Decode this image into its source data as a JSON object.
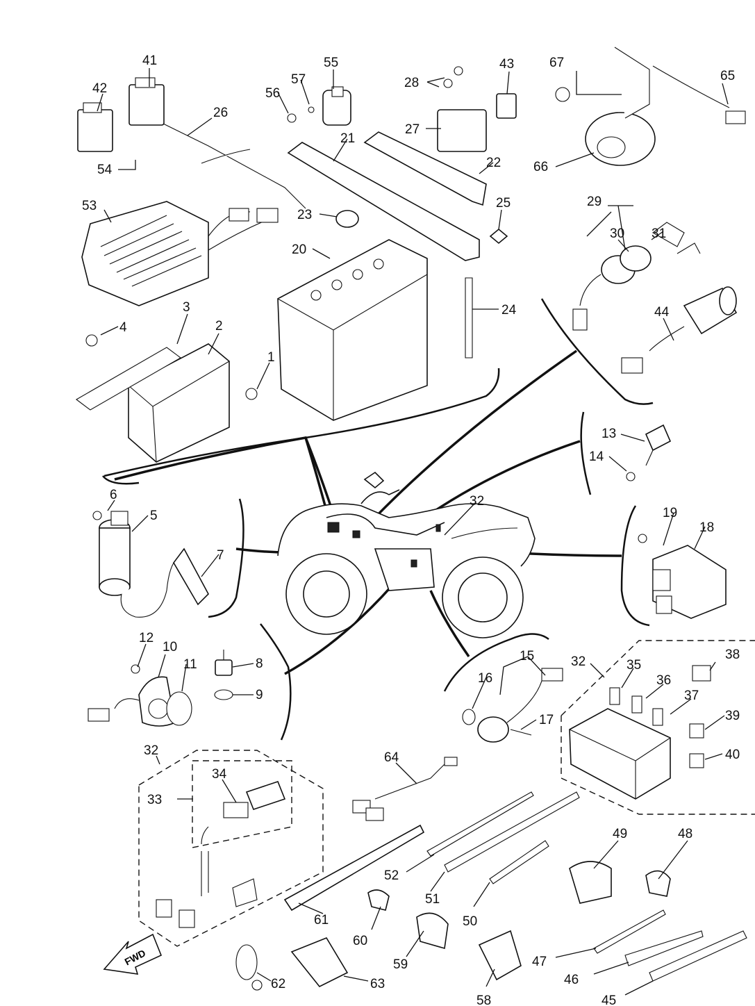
{
  "labels": {
    "p1": "1",
    "p2": "2",
    "p3": "3",
    "p4": "4",
    "p5": "5",
    "p6": "6",
    "p7": "7",
    "p8": "8",
    "p9": "9",
    "p10": "10",
    "p11": "11",
    "p12": "12",
    "p13": "13",
    "p14": "14",
    "p15": "15",
    "p16": "16",
    "p17": "17",
    "p18": "18",
    "p19": "19",
    "p20": "20",
    "p21": "21",
    "p22": "22",
    "p23": "23",
    "p24": "24",
    "p25": "25",
    "p26": "26",
    "p27": "27",
    "p28": "28",
    "p29": "29",
    "p30": "30",
    "p31": "31",
    "p32a": "32",
    "p32b": "32",
    "p32c": "32",
    "p33": "33",
    "p34": "34",
    "p35": "35",
    "p36": "36",
    "p37": "37",
    "p38": "38",
    "p39": "39",
    "p40": "40",
    "p41": "41",
    "p42": "42",
    "p43": "43",
    "p44": "44",
    "p45": "45",
    "p46": "46",
    "p47": "47",
    "p48": "48",
    "p49": "49",
    "p50": "50",
    "p51": "51",
    "p52": "52",
    "p53": "53",
    "p54": "54",
    "p55": "55",
    "p56": "56",
    "p57": "57",
    "p58": "58",
    "p59": "59",
    "p60": "60",
    "p61": "61",
    "p62": "62",
    "p63": "63",
    "p64": "64",
    "p65": "65",
    "p66": "66",
    "p67": "67"
  },
  "fwd_arrow": "FWD"
}
